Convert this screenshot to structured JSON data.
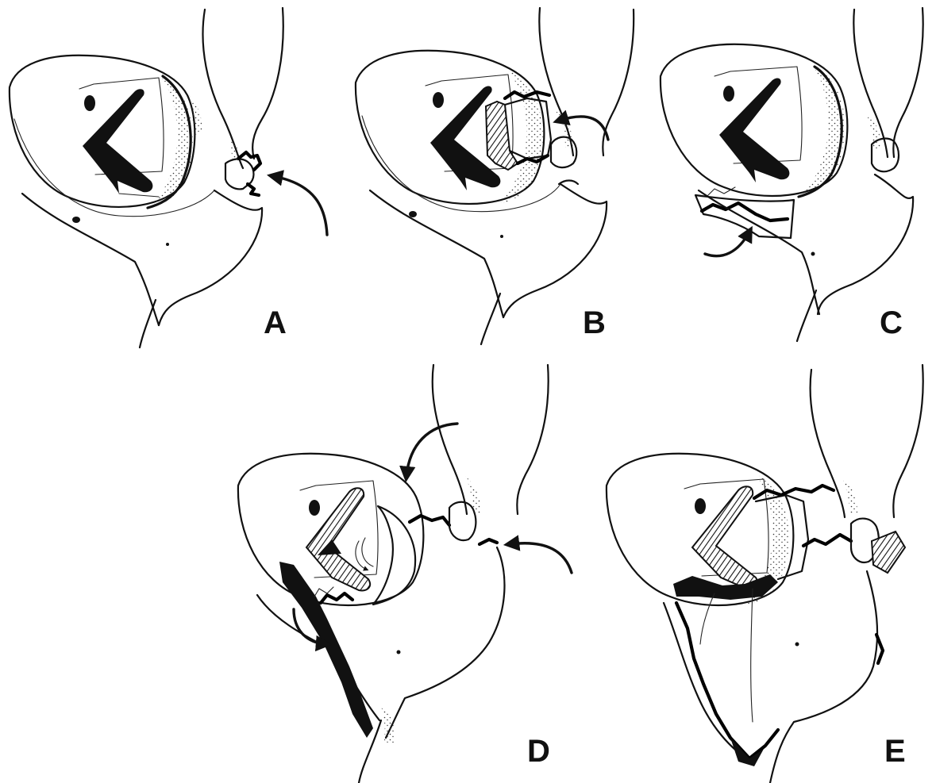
{
  "figure": {
    "panels": [
      {
        "id": "A",
        "label": "A"
      },
      {
        "id": "B",
        "label": "B"
      },
      {
        "id": "C",
        "label": "C"
      },
      {
        "id": "D",
        "label": "D"
      },
      {
        "id": "E",
        "label": "E"
      }
    ],
    "colors": {
      "ink": "#111111",
      "background": "#ffffff"
    }
  }
}
